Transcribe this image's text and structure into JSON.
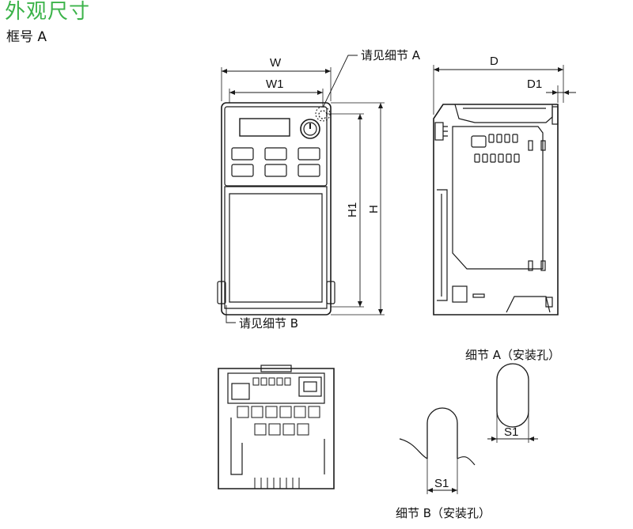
{
  "header": {
    "title": "外观尺寸",
    "subtitle": "框号 A"
  },
  "dimensions": {
    "w": "W",
    "w1": "W1",
    "h": "H",
    "h1": "H1",
    "d": "D",
    "d1": "D1",
    "s1_a": "S1",
    "s1_b": "S1"
  },
  "callouts": {
    "detail_a": "请见细节 A",
    "detail_b": "请见细节 B"
  },
  "details": {
    "a_caption": "细节 A（安装孔）",
    "b_caption": "细节 B（安装孔）"
  },
  "colors": {
    "accent": "#3cb34a",
    "line": "#1a1a1a"
  }
}
